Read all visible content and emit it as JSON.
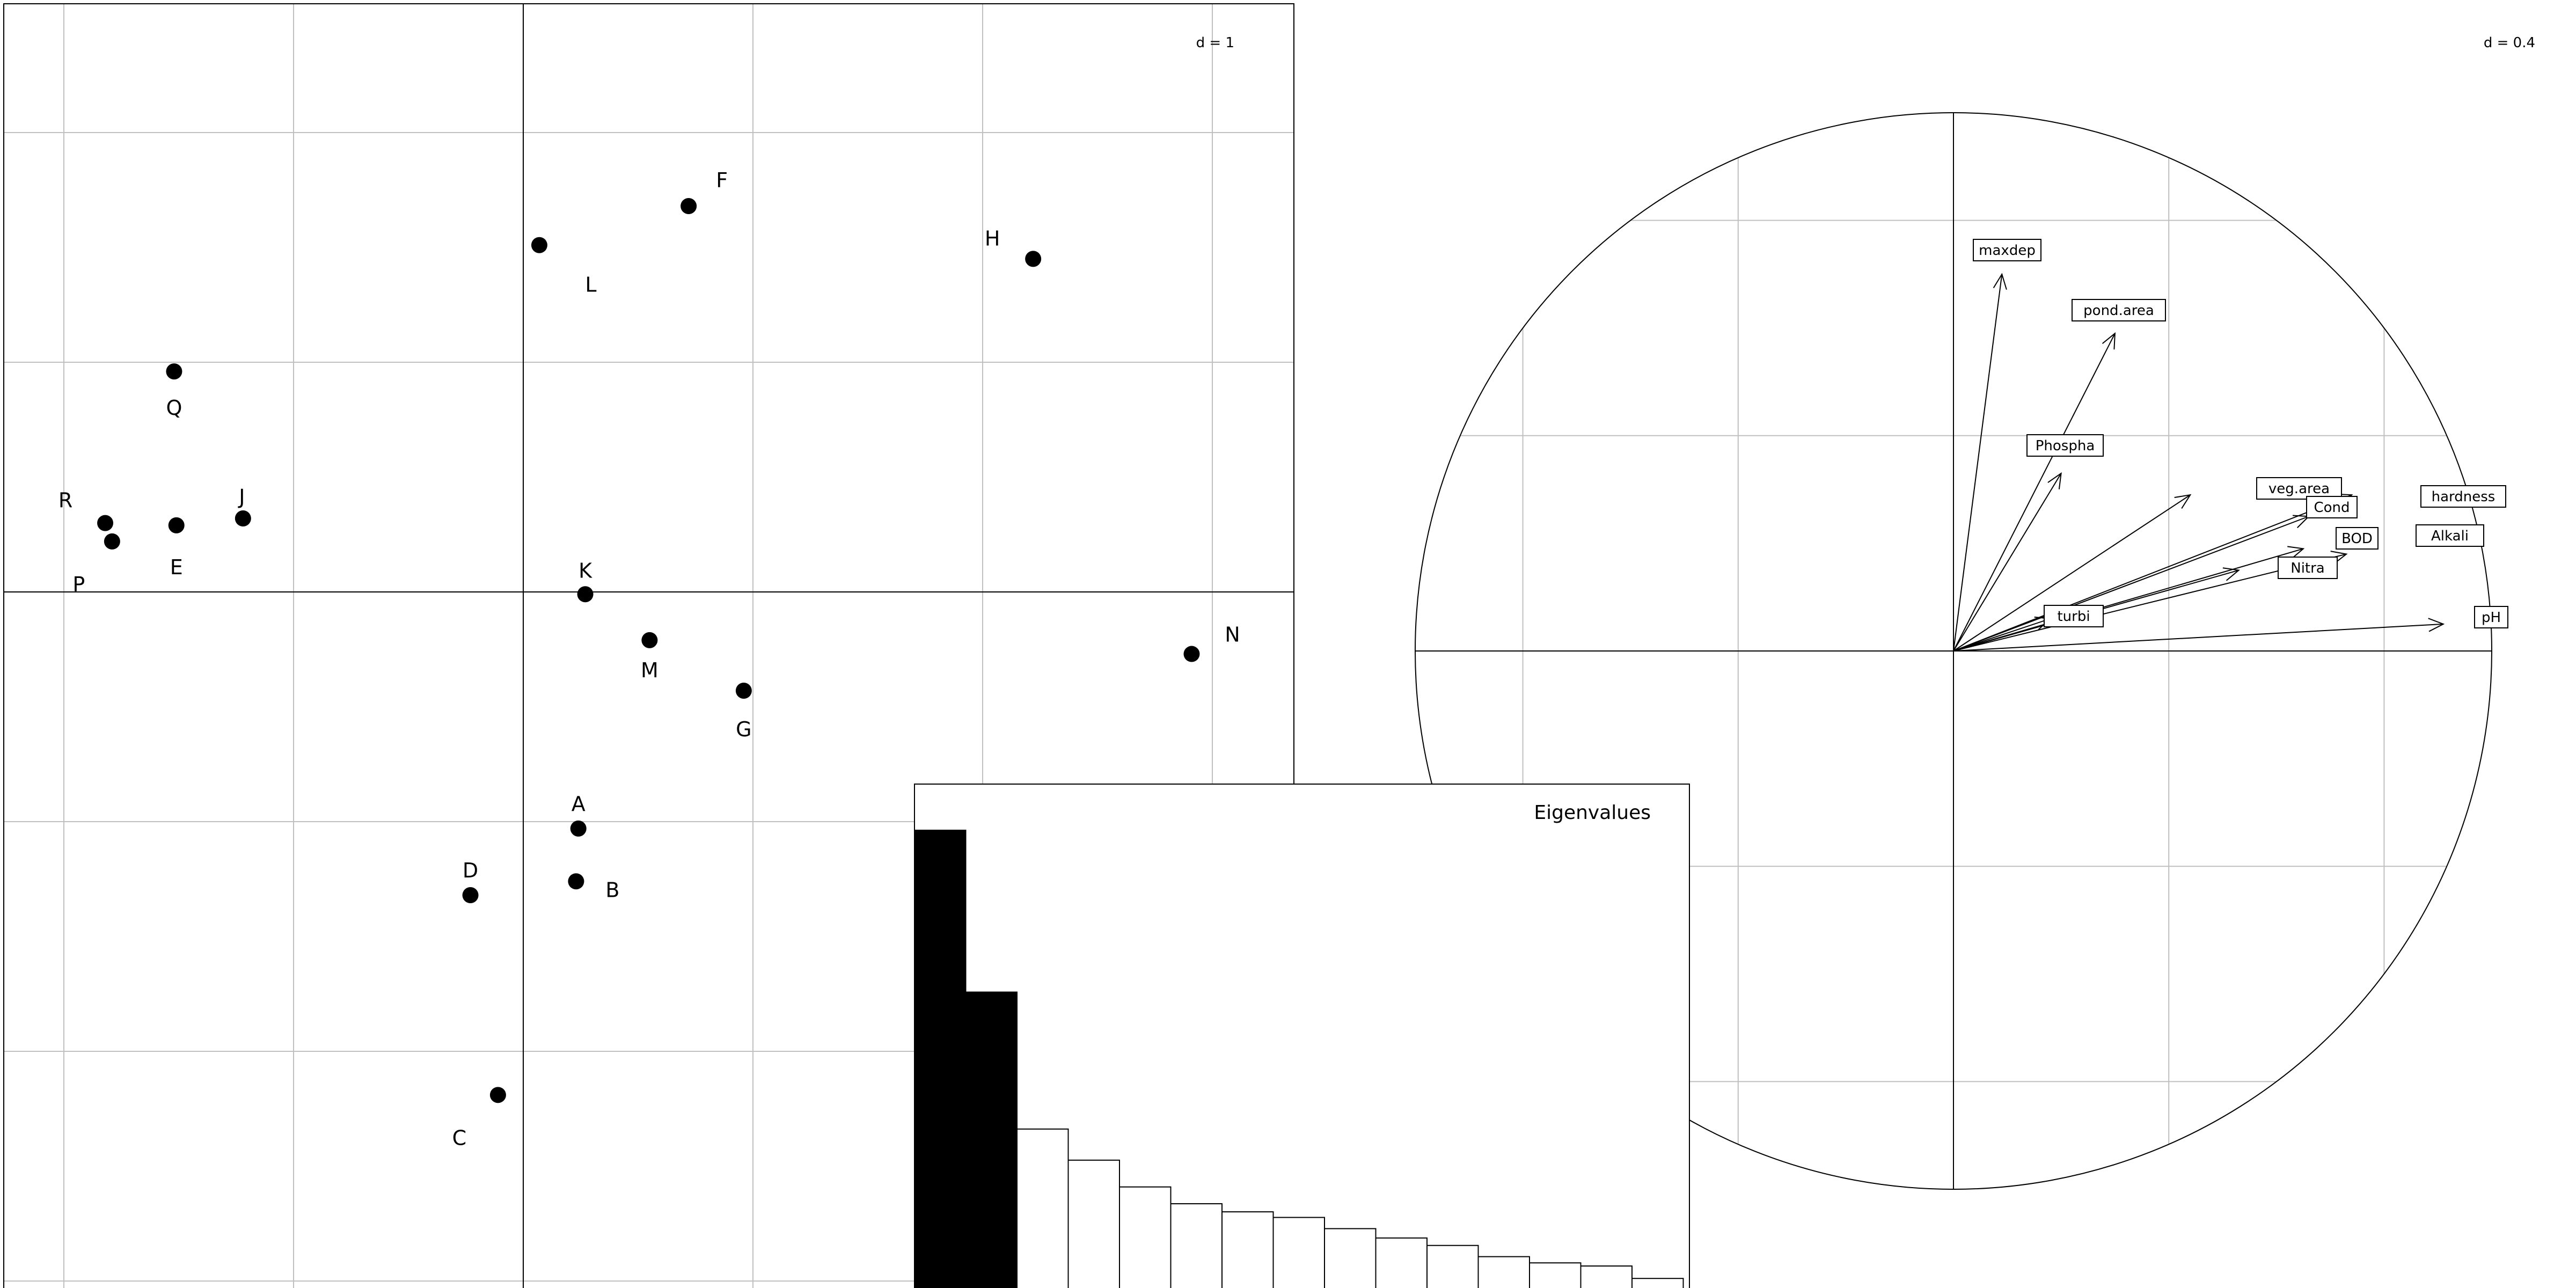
{
  "chart_data": [
    {
      "type": "scatter",
      "panel": "row-scores",
      "scale_label": "d = 1",
      "grid": true,
      "points": [
        {
          "label": "F",
          "x": 0.72,
          "y": 1.68
        },
        {
          "label": "L",
          "x": 0.07,
          "y": 1.51
        },
        {
          "label": "H",
          "x": 2.22,
          "y": 1.45
        },
        {
          "label": "Q",
          "x": -1.52,
          "y": 0.96
        },
        {
          "label": "R",
          "x": -1.82,
          "y": 0.3
        },
        {
          "label": "P",
          "x": -1.79,
          "y": 0.22
        },
        {
          "label": "E",
          "x": -1.51,
          "y": 0.29
        },
        {
          "label": "J",
          "x": -1.22,
          "y": 0.32
        },
        {
          "label": "K",
          "x": 0.27,
          "y": -0.01
        },
        {
          "label": "N",
          "x": 2.91,
          "y": -0.27
        },
        {
          "label": "M",
          "x": 0.55,
          "y": -0.21
        },
        {
          "label": "G",
          "x": 0.96,
          "y": -0.43
        },
        {
          "label": "A",
          "x": 0.24,
          "y": -1.03
        },
        {
          "label": "B",
          "x": 0.23,
          "y": -1.26
        },
        {
          "label": "D",
          "x": -0.23,
          "y": -1.32
        },
        {
          "label": "C",
          "x": -0.11,
          "y": -2.19
        }
      ]
    },
    {
      "type": "correlation-circle",
      "panel": "variable-loadings",
      "scale_label": "d = 0.4",
      "grid": true,
      "variables": [
        {
          "label": "maxdep",
          "x": 0.09,
          "y": 0.7
        },
        {
          "label": "pond.area",
          "x": 0.3,
          "y": 0.59
        },
        {
          "label": "Phospha",
          "x": 0.2,
          "y": 0.33
        },
        {
          "label": "veg.area",
          "x": 0.44,
          "y": 0.29
        },
        {
          "label": "Cond",
          "x": 0.66,
          "y": 0.25
        },
        {
          "label": "hardness",
          "x": 0.74,
          "y": 0.29
        },
        {
          "label": "BOD",
          "x": 0.65,
          "y": 0.19
        },
        {
          "label": "Alkali",
          "x": 0.73,
          "y": 0.18
        },
        {
          "label": "Nitra",
          "x": 0.53,
          "y": 0.15
        },
        {
          "label": "turbi",
          "x": 0.18,
          "y": 0.06
        },
        {
          "label": "pH",
          "x": 0.91,
          "y": 0.05
        }
      ]
    },
    {
      "type": "bar",
      "panel": "eigenvalues",
      "title": "Eigenvalues",
      "values": [
        7.5,
        4.9,
        2.7,
        2.2,
        1.77,
        1.5,
        1.37,
        1.28,
        1.1,
        0.95,
        0.83,
        0.65,
        0.55,
        0.5,
        0.3
      ],
      "highlighted_count": 2
    }
  ]
}
